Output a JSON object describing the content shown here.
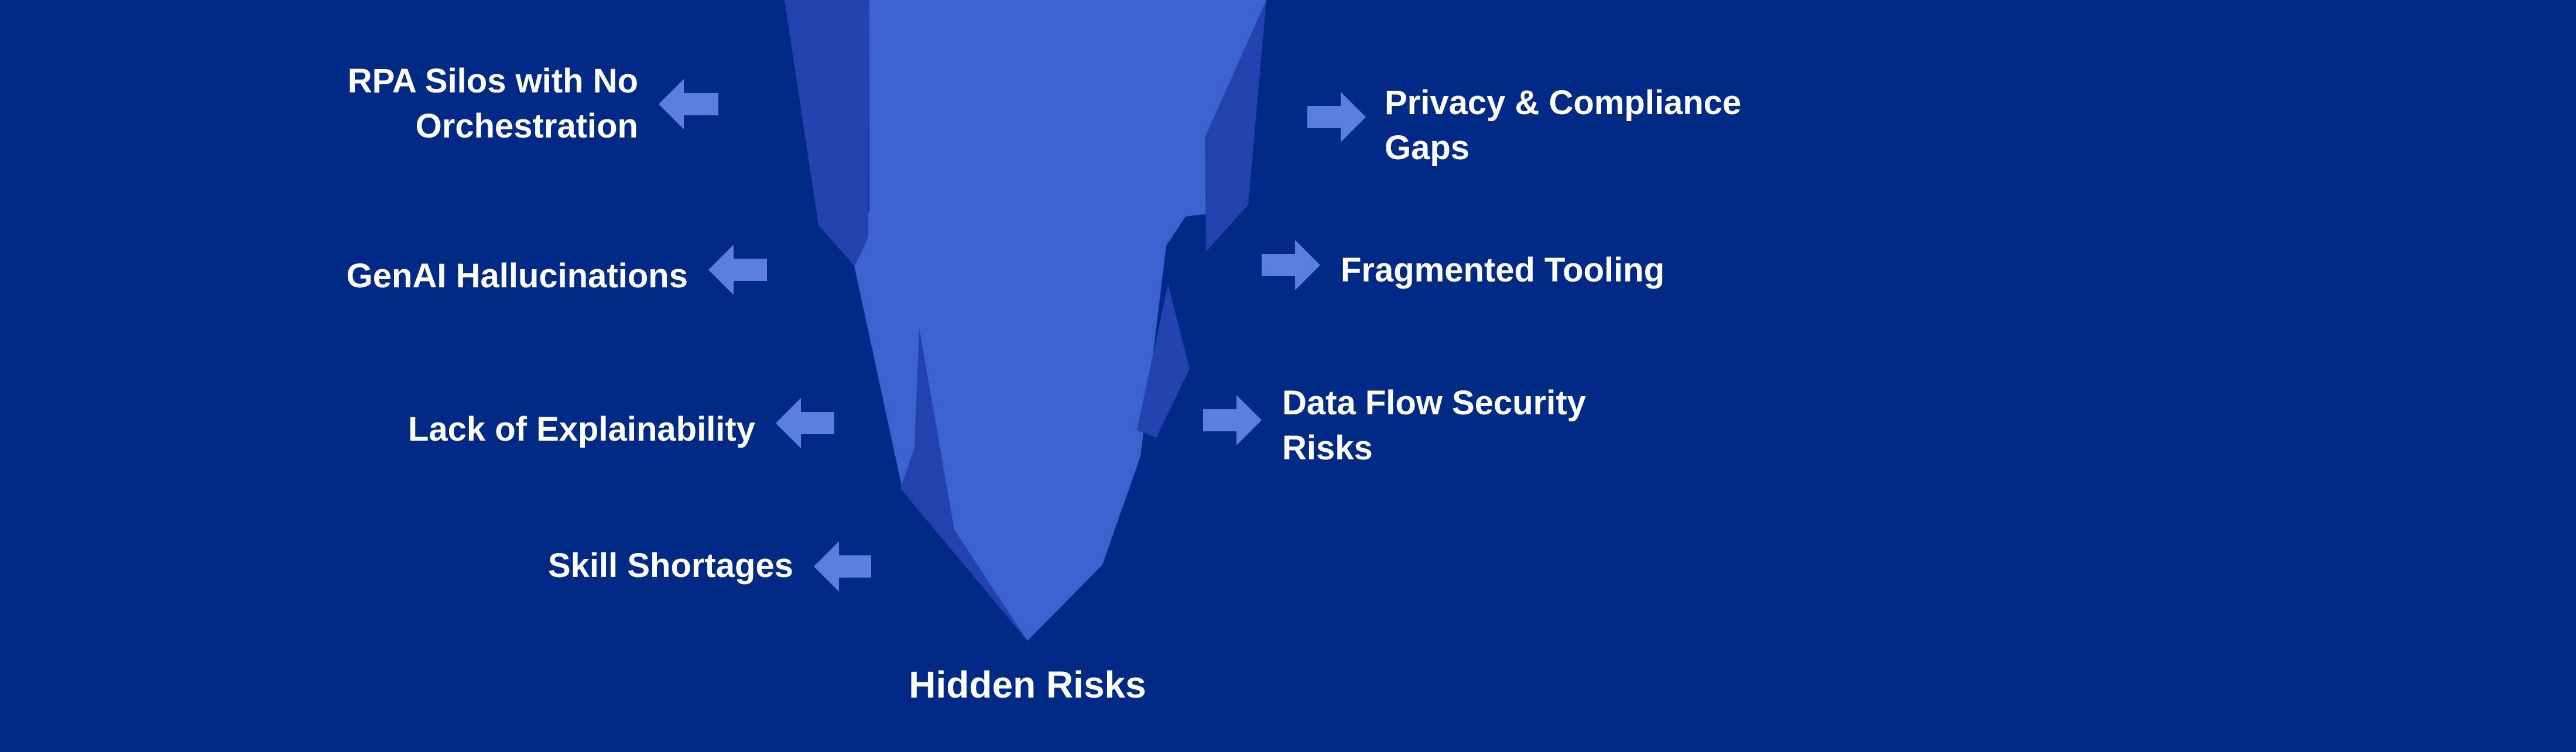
{
  "diagram": {
    "title": "Hidden Risks",
    "left_risks": [
      {
        "label": "RPA Silos with No\nOrchestration"
      },
      {
        "label": "GenAI Hallucinations"
      },
      {
        "label": "Lack of Explainability"
      },
      {
        "label": "Skill Shortages"
      }
    ],
    "right_risks": [
      {
        "label": "Privacy & Compliance\nGaps"
      },
      {
        "label": "Fragmented Tooling"
      },
      {
        "label": "Data Flow Security\nRisks"
      }
    ],
    "colors": {
      "background": "#002a86",
      "iceberg_main": "#3a63d0",
      "iceberg_shadow": "#2441b0",
      "arrow": "#5a7fdf",
      "text": "#ffffff"
    }
  }
}
